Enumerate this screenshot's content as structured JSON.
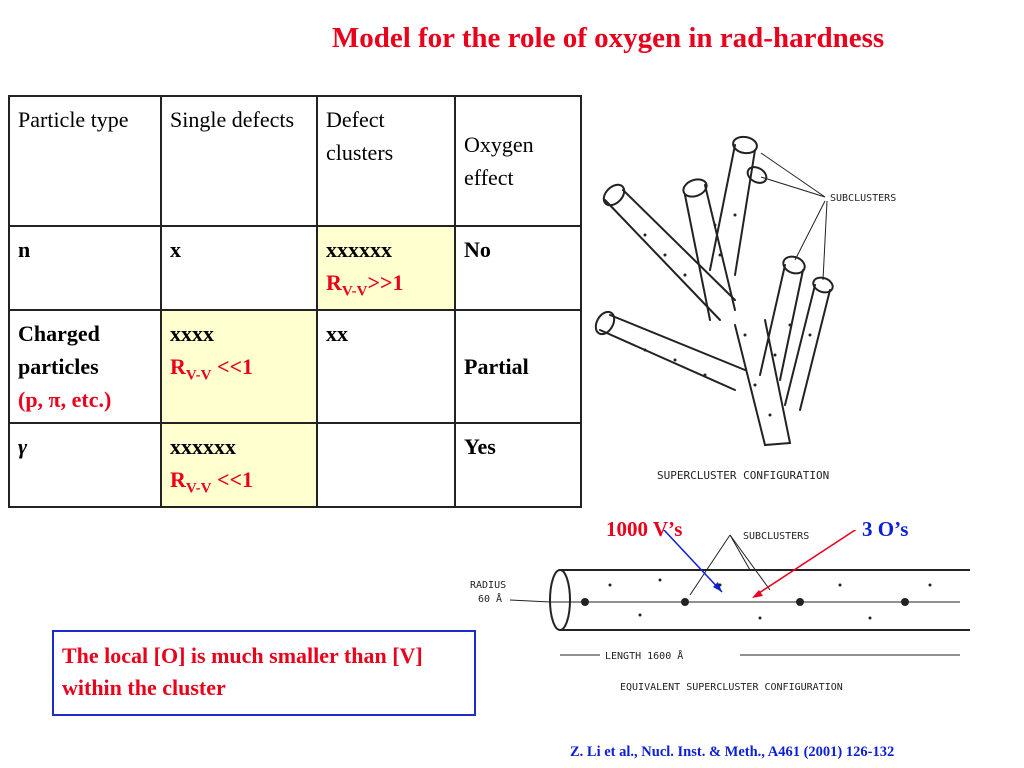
{
  "title": "Model for the role of oxygen in rad-hardness",
  "table": {
    "headers": [
      "Particle type",
      "Single defects",
      "Defect clusters",
      "Oxygen effect"
    ],
    "rows": [
      {
        "particle": "n",
        "single": "x",
        "single_sub": "",
        "cluster": "xxxxxx",
        "cluster_ratio_main": "R",
        "cluster_ratio_sub": "V-V",
        "cluster_ratio_rest": ">>1",
        "effect": "No"
      },
      {
        "particle_line1": "Charged",
        "particle_line2": "particles",
        "particle_line3": "(p, π, etc.)",
        "single": "xxxx",
        "single_ratio_main": "R",
        "single_ratio_sub": "V-V",
        "single_ratio_rest": " <<1",
        "cluster": "xx",
        "effect": "Partial"
      },
      {
        "particle": "γ",
        "single": "xxxxxx",
        "single_ratio_main": "R",
        "single_ratio_sub": "V-V",
        "single_ratio_rest": " <<1",
        "cluster": "",
        "effect": "Yes"
      }
    ]
  },
  "figure_top": {
    "subclusters_label": "SUBCLUSTERS",
    "caption": "SUPERCLUSTER CONFIGURATION"
  },
  "figure_bottom": {
    "label_vacancies": "1000 V’s",
    "label_oxygen": "3 O’s",
    "subclusters_label": "SUBCLUSTERS",
    "radius_label": "RADIUS",
    "radius_value": "60 Å",
    "length_label": "LENGTH 1600 Å",
    "caption": "EQUIVALENT SUPERCLUSTER CONFIGURATION"
  },
  "note": "The local [O] is much smaller than [V] within the cluster",
  "citation": "Z. Li et al., Nucl. Inst. & Meth., A461 (2001) 126-132",
  "colors": {
    "red": "#e8001c",
    "blue": "#0a1fd6",
    "highlight": "#ffffd0"
  }
}
